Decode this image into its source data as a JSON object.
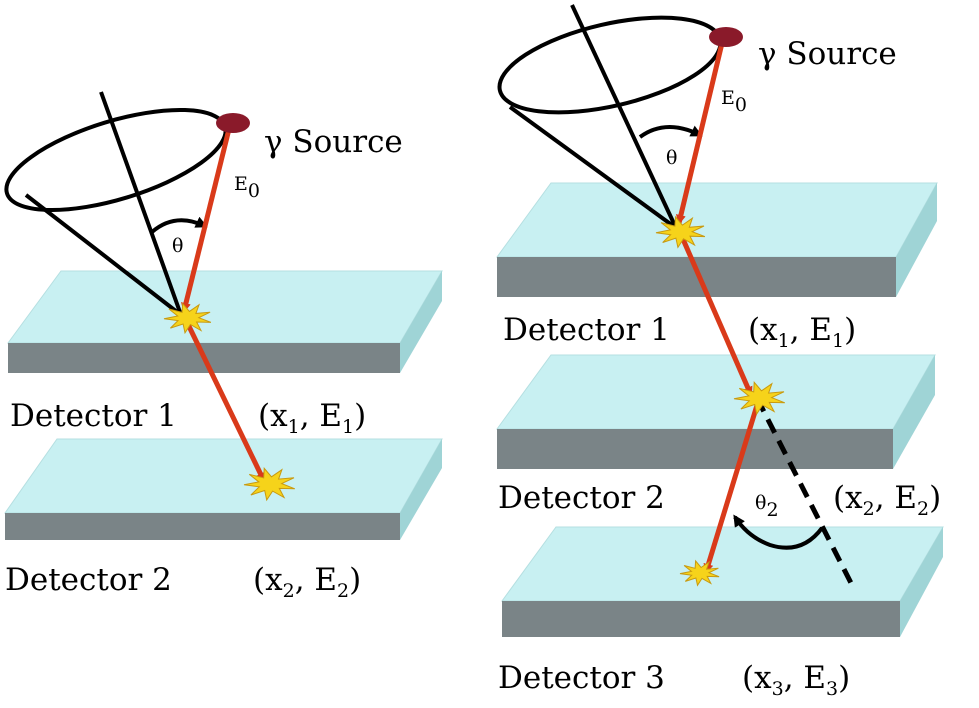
{
  "colors": {
    "slab_top": "#c8f0f2",
    "slab_side": "#9fd4d6",
    "slab_front": "#7a8487",
    "photon_path": "#d93a1a",
    "source": "#8a1a2a",
    "interaction": "#f6d31a"
  },
  "left_panel": {
    "source_label": "γ Source",
    "energy_label": {
      "main": "E",
      "sub": "0"
    },
    "angle_label": "θ",
    "detectors": [
      {
        "name": "Detector 1",
        "coord": {
          "x": "x",
          "xsub": "1",
          "e": "E",
          "esub": "1"
        }
      },
      {
        "name": "Detector 2",
        "coord": {
          "x": "x",
          "xsub": "2",
          "e": "E",
          "esub": "2"
        }
      }
    ]
  },
  "right_panel": {
    "source_label": "γ Source",
    "energy_label": {
      "main": "E",
      "sub": "0"
    },
    "angle_label": "θ",
    "scatter_angle_label": {
      "main": "θ",
      "sub": "2"
    },
    "detectors": [
      {
        "name": "Detector 1",
        "coord": {
          "x": "x",
          "xsub": "1",
          "e": "E",
          "esub": "1"
        }
      },
      {
        "name": "Detector 2",
        "coord": {
          "x": "x",
          "xsub": "2",
          "e": "E",
          "esub": "2"
        }
      },
      {
        "name": "Detector 3",
        "coord": {
          "x": "x",
          "xsub": "3",
          "e": "E",
          "esub": "3"
        }
      }
    ]
  }
}
